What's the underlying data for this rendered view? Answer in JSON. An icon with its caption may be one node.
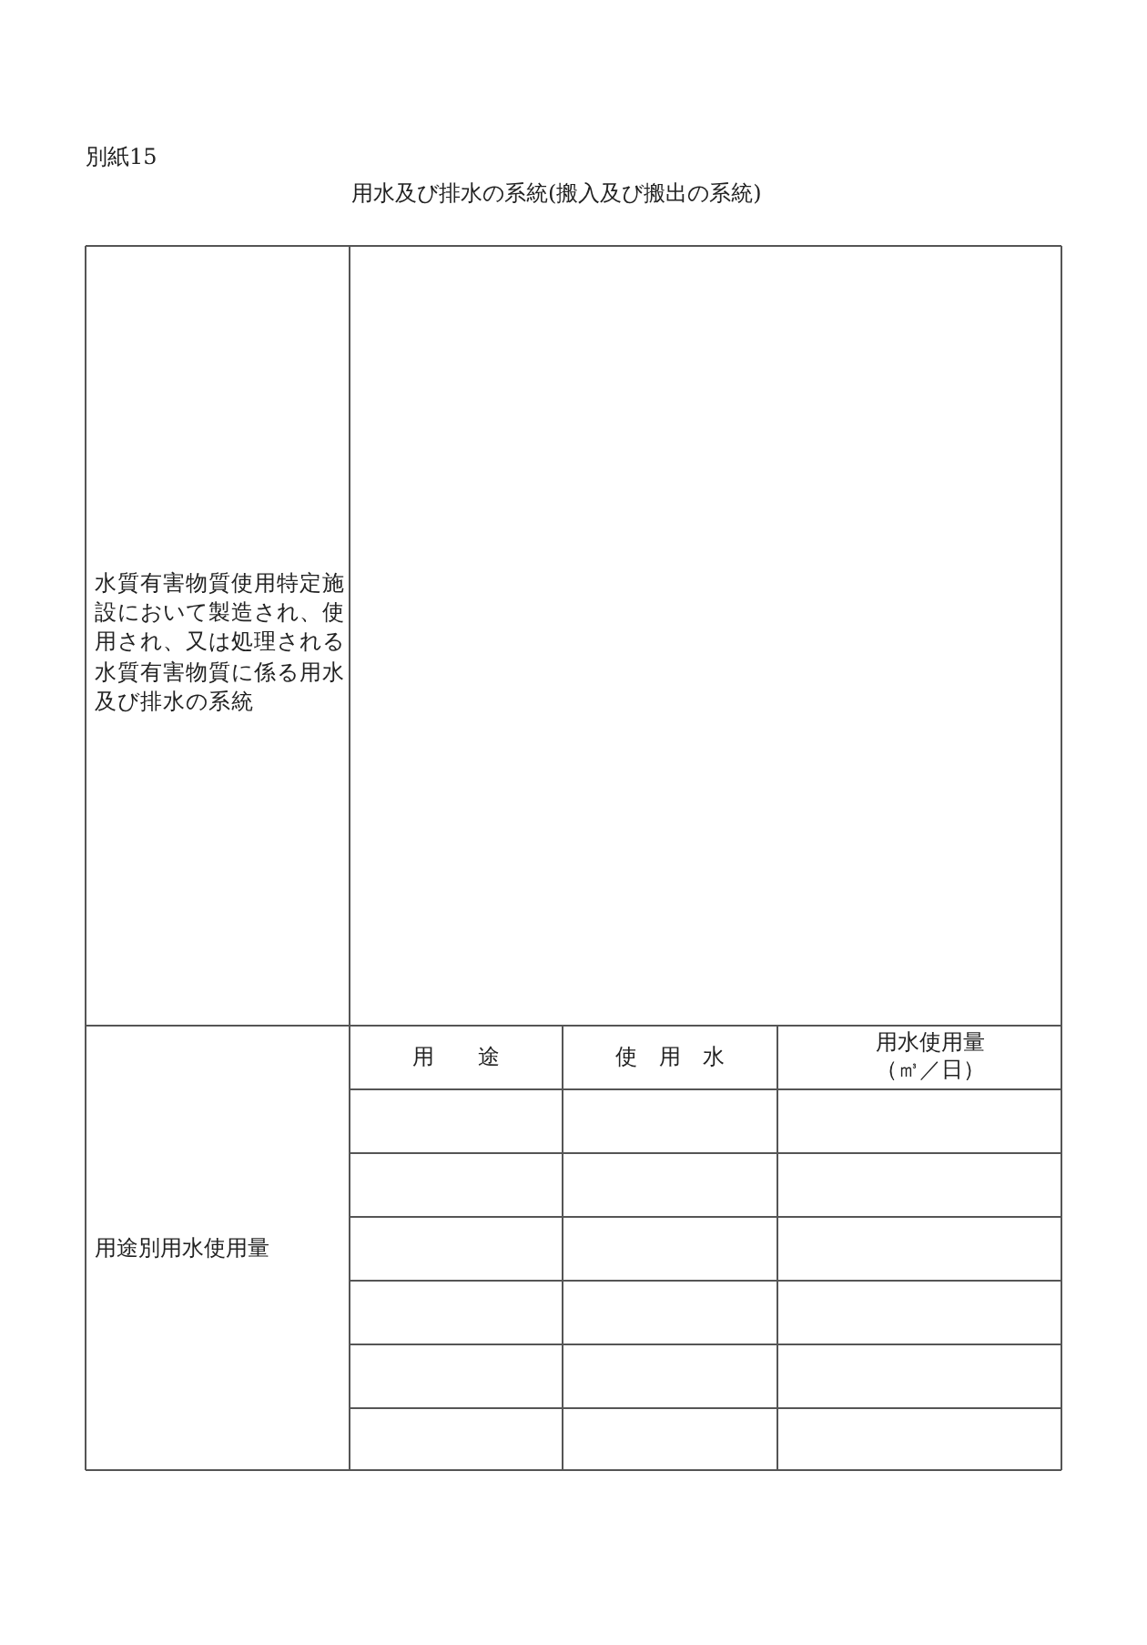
{
  "diagram": {
    "title": "用水及び排水の系統(搬入及び搬出の系統)",
    "labels": [
      "別紙15",
      "水質有害物質使用特定施設において製造され、使用され、又は処理される水質有害物質に係る用水及び排水の系統",
      "用途別用水使用量",
      "用　　途",
      "使　用　水",
      "用水使用量（㎥／日）"
    ]
  }
}
